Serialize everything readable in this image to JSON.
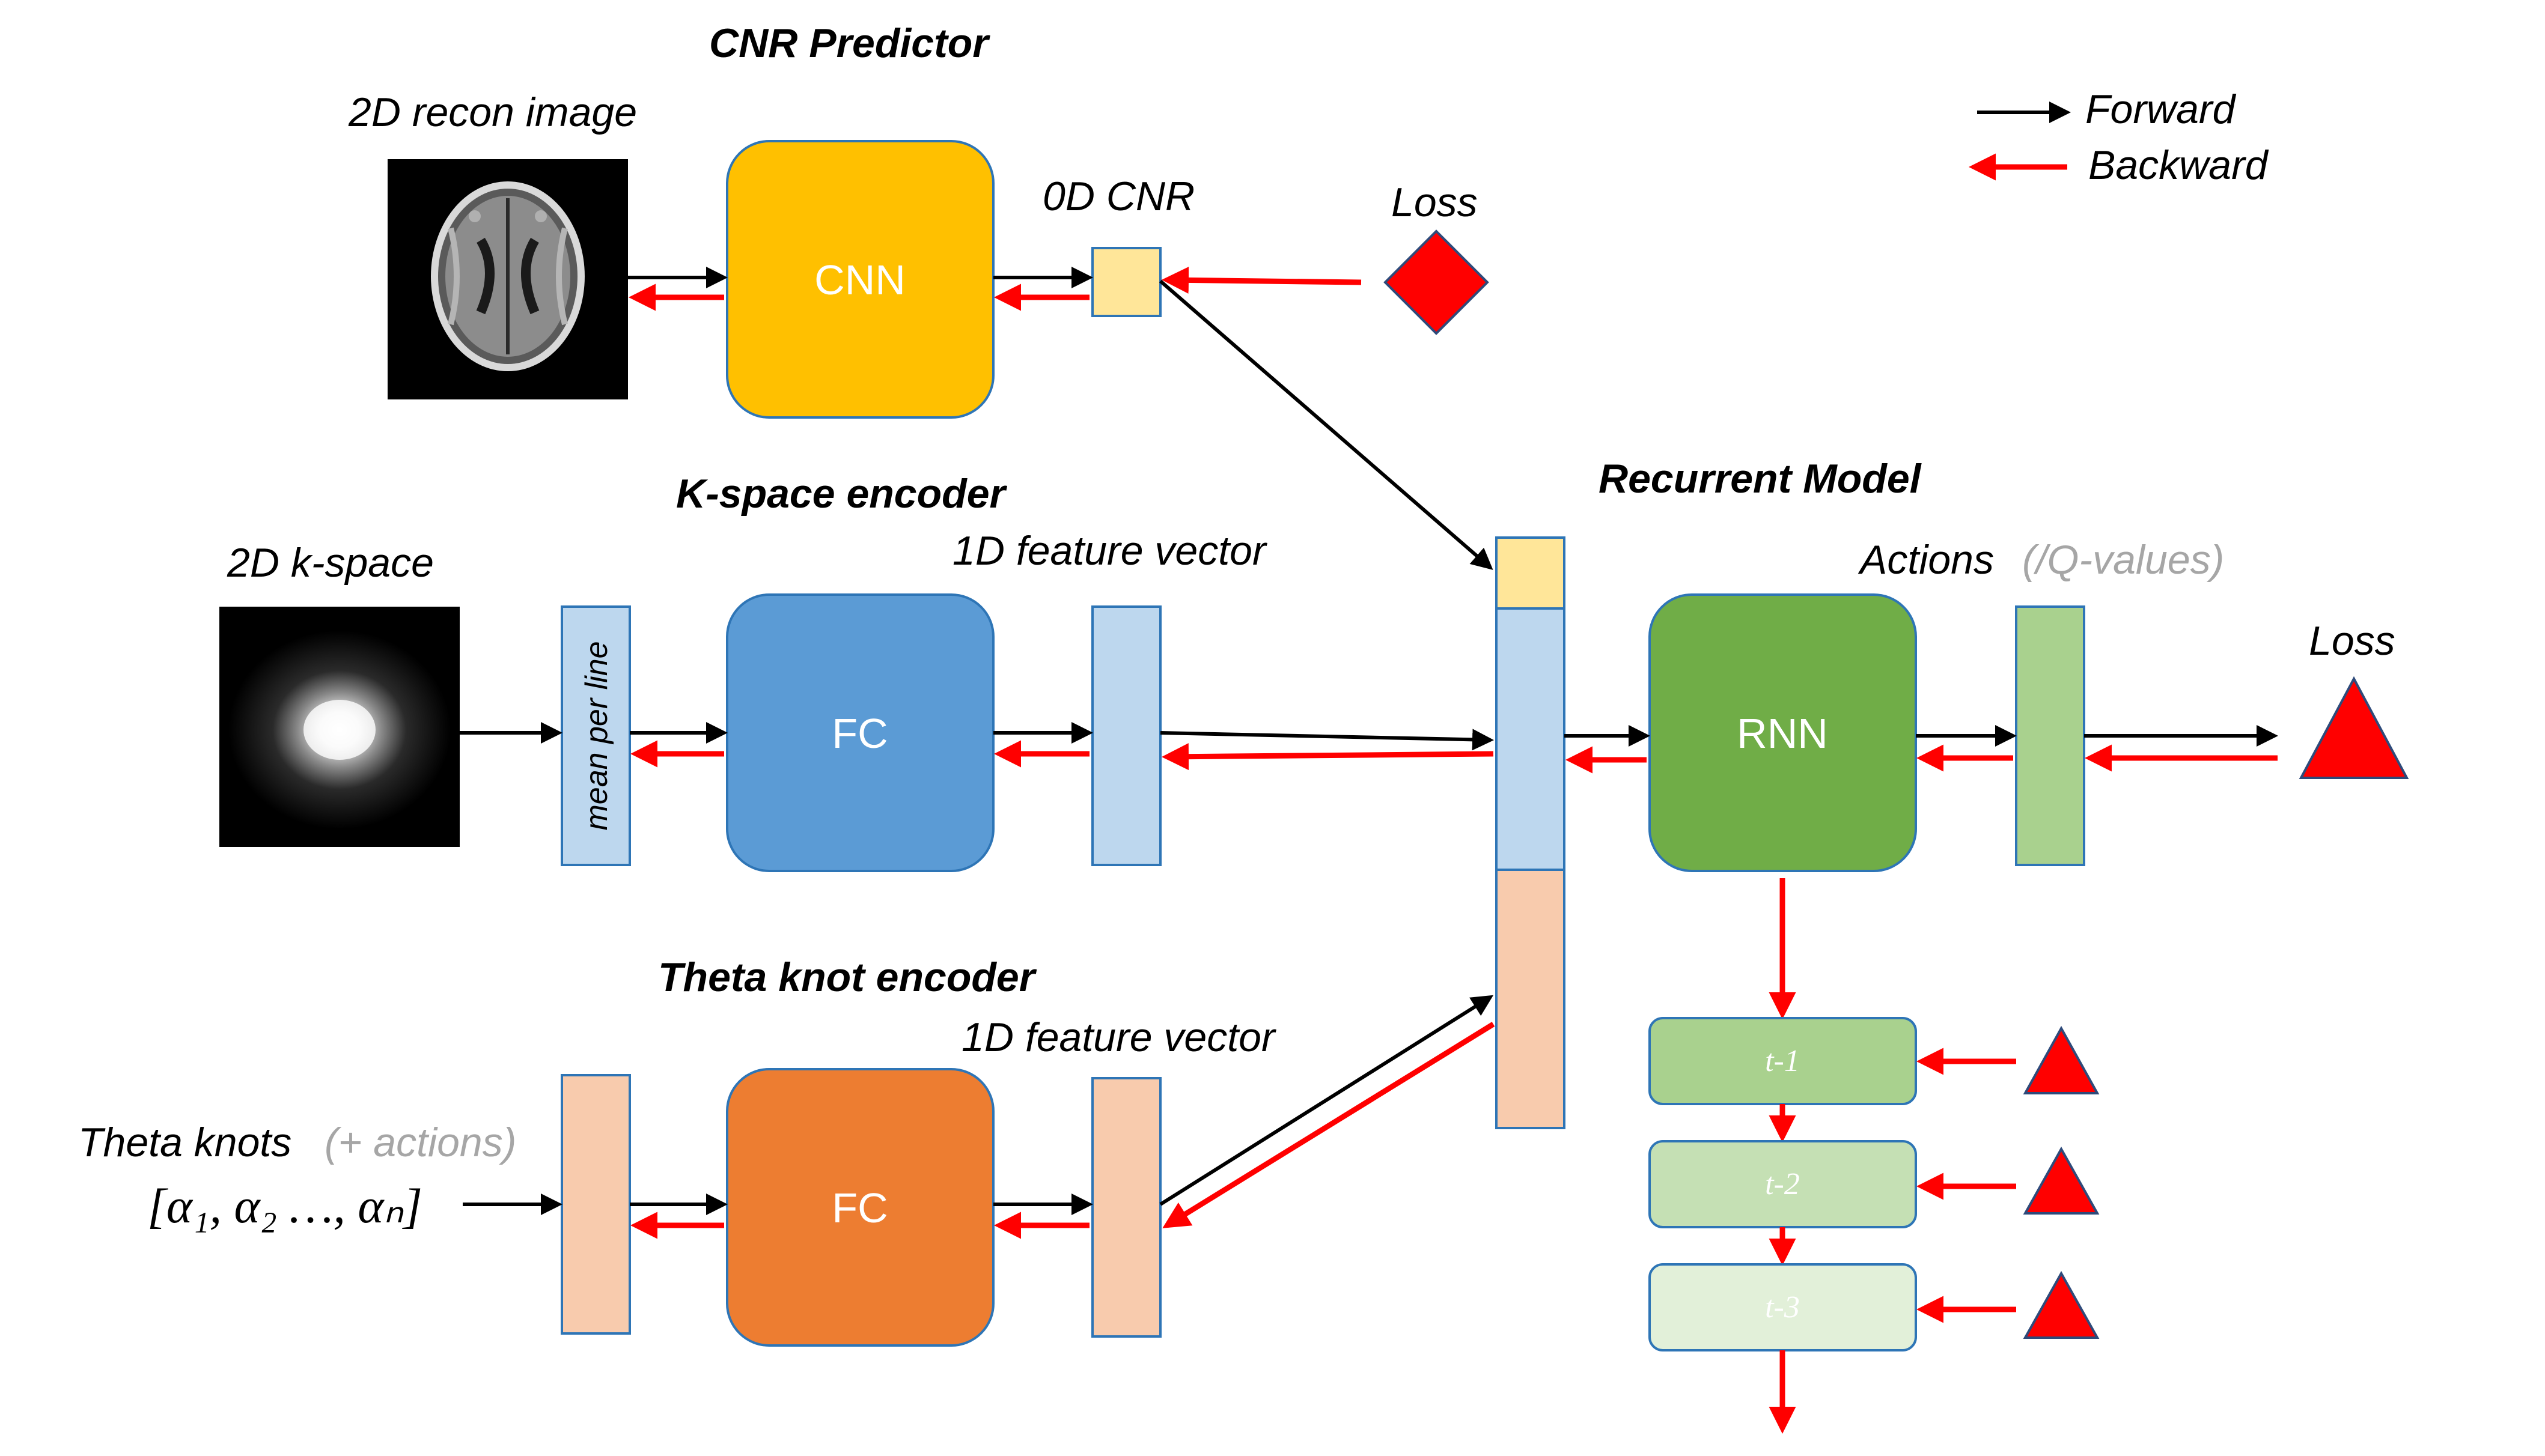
{
  "sections": {
    "cnr_predictor": "CNR Predictor",
    "kspace_encoder": "K-space encoder",
    "theta_encoder": "Theta knot encoder",
    "recurrent_model": "Recurrent Model"
  },
  "labels": {
    "recon_image": "2D recon image",
    "kspace": "2D k-space",
    "cnr_0d": "0D CNR",
    "feature_vector_k": "1D feature vector",
    "feature_vector_theta": "1D feature vector",
    "actions": "Actions",
    "actions_qvalues": "(/Q-values)",
    "theta_knots": "Theta knots",
    "theta_knots_actions": "(+ actions)",
    "theta_knots_list": "[α₁, α₂ …, αₙ]",
    "mean_per_line": "mean per line",
    "loss_top": "Loss",
    "loss_right": "Loss"
  },
  "blocks": {
    "cnn": "CNN",
    "fc_k": "FC",
    "fc_theta": "FC",
    "rnn": "RNN"
  },
  "steps": [
    "t-1",
    "t-2",
    "t-3"
  ],
  "legend": {
    "forward": "Forward",
    "backward": "Backward"
  },
  "colors": {
    "cnn": "#ffc000",
    "fc_k": "#5b9bd5",
    "fc_theta": "#ed7d31",
    "rnn": "#70ad47",
    "cnr_cell": "#ffe699",
    "k_feature": "#bdd7ee",
    "theta_feature": "#f8cbad",
    "actions_vec": "#a9d18e",
    "step1": "#a9d18e",
    "step2": "#c5e0b4",
    "step3": "#e2f0d9",
    "forward_arrow": "#000000",
    "backward_arrow": "#ff0000",
    "loss": "#ff0000"
  }
}
